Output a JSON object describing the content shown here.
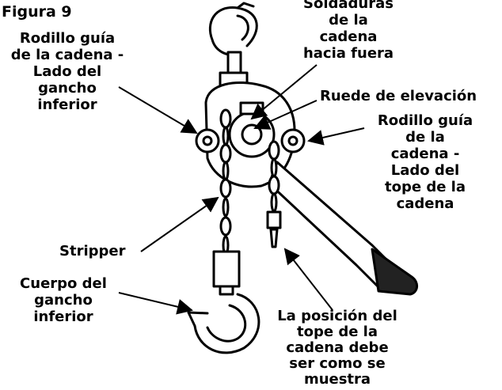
{
  "figure_label": "Figura 9",
  "labels": {
    "welds": "Soldaduras\nde la\ncadena\nhacia fuera",
    "guide_roller_lower": "Rodillo guía\nde la cadena -\nLado del\ngancho\ninferior",
    "lift_wheel": "Ruede de elevación",
    "guide_roller_stop": "Rodillo guía\nde la\ncadena -\nLado del\ntope de la\ncadena",
    "stripper": "Stripper",
    "lower_hook_body": "Cuerpo del\ngancho\ninferior",
    "stop_position": "La posición del\ntope de la\ncadena debe\nser como se\nmuestra"
  },
  "colors": {
    "ink": "#000000",
    "metal": "#ffffff",
    "handle_grip": "#222222"
  }
}
